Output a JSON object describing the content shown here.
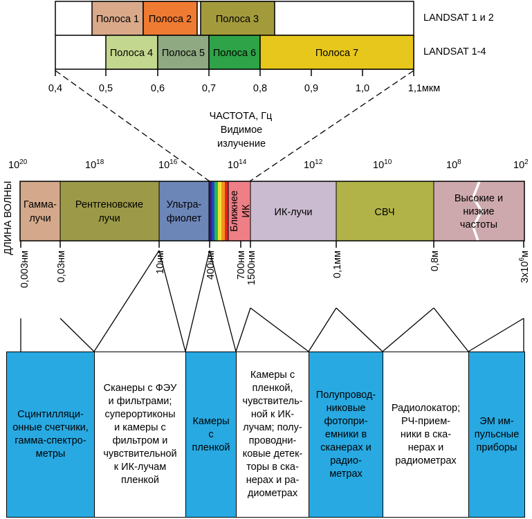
{
  "landsat": {
    "row1_label": "LANDSAT 1 и 2",
    "row2_label": "LANDSAT 1-4",
    "row1_bands": [
      {
        "label": "Полоса 1",
        "color": "#d9a98a"
      },
      {
        "label": "Полоса 2",
        "color": "#ef7b32"
      },
      {
        "label": "Полоса 3",
        "color": "#a39a3c"
      }
    ],
    "row2_bands": [
      {
        "label": "Полоса 4",
        "color": "#c3d78e"
      },
      {
        "label": "Полоса 5",
        "color": "#8fa982"
      },
      {
        "label": "Полоса 6",
        "color": "#2ea347"
      },
      {
        "label": "Полоса 7",
        "color": "#e7c71b"
      }
    ],
    "scale_ticks": [
      "0,4",
      "0,5",
      "0,6",
      "0,7",
      "0,8",
      "0,9",
      "1,0",
      "1,1мкм"
    ]
  },
  "frequency": {
    "title": "ЧАСТОТА, Гц",
    "visible_label": "Видимое\nизлучение",
    "ticks": [
      {
        "base": "10",
        "exp": "20"
      },
      {
        "base": "10",
        "exp": "18"
      },
      {
        "base": "10",
        "exp": "16"
      },
      {
        "base": "10",
        "exp": "14"
      },
      {
        "base": "10",
        "exp": "12"
      },
      {
        "base": "10",
        "exp": "10"
      },
      {
        "base": "10",
        "exp": "8"
      },
      {
        "base": "10",
        "exp": "2"
      }
    ]
  },
  "wavelength_axis_label": "ДЛИНА ВОЛНЫ",
  "spectrum": [
    {
      "label": "Гамма-\nлучи",
      "color": "#d4a98b"
    },
    {
      "label": "Рентгеновские\nлучи",
      "color": "#9c9a48"
    },
    {
      "label": "Ультра-\nфиолет",
      "color": "#6d86b8"
    },
    {
      "label": "Ближнее\nИК",
      "color": "#ee7f86"
    },
    {
      "label": "ИК-лучи",
      "color": "#cabbd0"
    },
    {
      "label": "СВЧ",
      "color": "#b1b348"
    },
    {
      "label": "Высокие и\nнизкие\nчастоты",
      "color": "#cda9ad"
    }
  ],
  "visible_colors": [
    "#3b1a6e",
    "#1c49c3",
    "#2fb457",
    "#f0e232",
    "#f4921e",
    "#e52421"
  ],
  "wavelength_ticks": [
    {
      "label": "0,003нм"
    },
    {
      "label": "0,03нм"
    },
    {
      "label": "10нм"
    },
    {
      "label": "400нм"
    },
    {
      "label": "700нм"
    },
    {
      "label": "1500нм"
    },
    {
      "label": "0,1мм"
    },
    {
      "label": "0,8м"
    },
    {
      "label": "3x10",
      "sup": "6",
      "suffix": "м"
    }
  ],
  "detectors": [
    {
      "text": "Сцинтилляци-\nонные счетчики,\nгамма-спектро-\nметры",
      "color": "#28a9e2"
    },
    {
      "text": "Сканеры с ФЭУ\nи фильтрами;\nсуперортиконы\nи камеры с\nфильтром и\nчувствительной\nк ИК-лучам\nпленкой",
      "color": "#ffffff"
    },
    {
      "text": "Камеры\nс\nпленкой",
      "color": "#28a9e2"
    },
    {
      "text": "Камеры с\nпленкой,\nчувствитель-\nной к ИК-\nлучам; полу-\nпроводни-\nковые детек-\nторы в ска-\nнерах и ра-\nдиометрах",
      "color": "#ffffff"
    },
    {
      "text": "Полупровод-\nниковые\nфотопри-\nемники в\nсканерах и\nрадио-\nметрах",
      "color": "#28a9e2"
    },
    {
      "text": "Радиолокатор;\nРЧ-прием-\nники в ска-\nнерах и\nрадиометрах",
      "color": "#ffffff"
    },
    {
      "text": "ЭМ им-\nпульсные\nприборы",
      "color": "#28a9e2"
    }
  ]
}
